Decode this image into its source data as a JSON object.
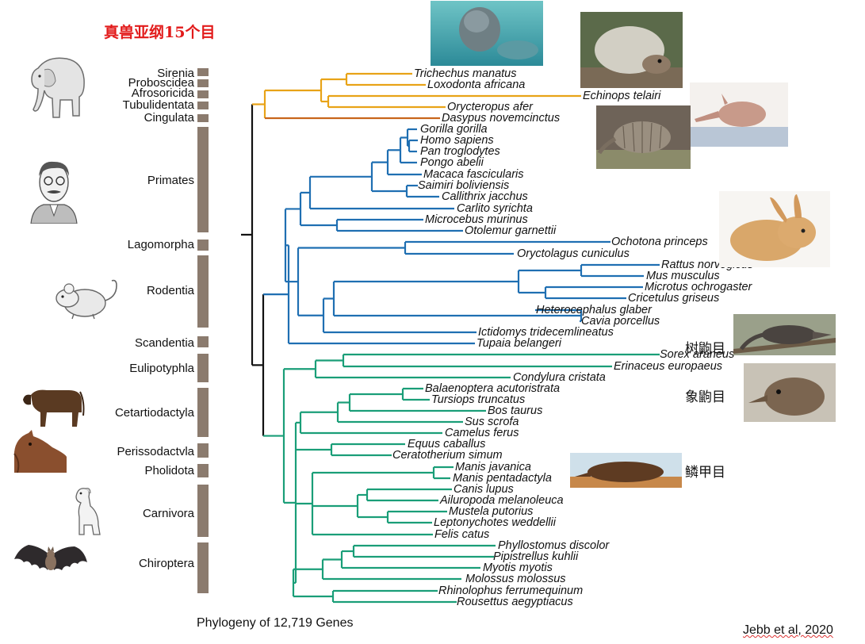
{
  "title": "真兽亚纲15个目",
  "orders": [
    {
      "name": "Sirenia"
    },
    {
      "name": "Proboscidea"
    },
    {
      "name": "Afrosoricida"
    },
    {
      "name": "Tubulidentata"
    },
    {
      "name": "Cingulata"
    },
    {
      "name": "Primates"
    },
    {
      "name": "Lagomorpha"
    },
    {
      "name": "Rodentia"
    },
    {
      "name": "Scandentia"
    },
    {
      "name": "Eulipotyphla"
    },
    {
      "name": "Cetartiodactyla"
    },
    {
      "name": "Perissodactvla"
    },
    {
      "name": "Pholidota"
    },
    {
      "name": "Carnivora"
    },
    {
      "name": "Chiroptera"
    }
  ],
  "species": [
    {
      "name": "Trichechus manatus",
      "clade": "afro"
    },
    {
      "name": "Loxodonta africana",
      "clade": "afro"
    },
    {
      "name": "Echinops telairi",
      "clade": "afro"
    },
    {
      "name": "Orycteropus afer",
      "clade": "afro"
    },
    {
      "name": "Dasypus novemcinctus",
      "clade": "xen"
    },
    {
      "name": "Gorilla gorilla",
      "clade": "euarch"
    },
    {
      "name": "Homo sapiens",
      "clade": "euarch"
    },
    {
      "name": "Pan troglodytes",
      "clade": "euarch"
    },
    {
      "name": "Pongo abelii",
      "clade": "euarch"
    },
    {
      "name": "Macaca fascicularis",
      "clade": "euarch"
    },
    {
      "name": "Saimiri boliviensis",
      "clade": "euarch"
    },
    {
      "name": "Callithrix jacchus",
      "clade": "euarch"
    },
    {
      "name": "Carlito syrichta",
      "clade": "euarch"
    },
    {
      "name": "Microcebus murinus",
      "clade": "euarch"
    },
    {
      "name": "Otolemur garnettii",
      "clade": "euarch"
    },
    {
      "name": "Ochotona princeps",
      "clade": "euarch"
    },
    {
      "name": "Oryctolagus cuniculus",
      "clade": "euarch"
    },
    {
      "name": "Rattus norvegicus",
      "clade": "euarch"
    },
    {
      "name": "Mus musculus",
      "clade": "euarch"
    },
    {
      "name": "Microtus ochrogaster",
      "clade": "euarch"
    },
    {
      "name": "Cricetulus griseus",
      "clade": "euarch"
    },
    {
      "name": "Heterocephalus glaber",
      "clade": "euarch"
    },
    {
      "name": "Cavia porcellus",
      "clade": "euarch"
    },
    {
      "name": "Ictidomys tridecemlineatus",
      "clade": "euarch"
    },
    {
      "name": "Tupaia belangeri",
      "clade": "euarch"
    },
    {
      "name": "Sorex araneus",
      "clade": "laur"
    },
    {
      "name": "Erinaceus europaeus",
      "clade": "laur"
    },
    {
      "name": "Condylura cristata",
      "clade": "laur"
    },
    {
      "name": "Balaenoptera acutoristrata",
      "clade": "laur"
    },
    {
      "name": "Tursiops truncatus",
      "clade": "laur"
    },
    {
      "name": "Bos taurus",
      "clade": "laur"
    },
    {
      "name": "Sus scrofa",
      "clade": "laur"
    },
    {
      "name": "Camelus ferus",
      "clade": "laur"
    },
    {
      "name": "Equus caballus",
      "clade": "laur"
    },
    {
      "name": "Ceratotherium simum",
      "clade": "laur"
    },
    {
      "name": "Manis javanica",
      "clade": "laur"
    },
    {
      "name": "Manis pentadactyla",
      "clade": "laur"
    },
    {
      "name": "Canis lupus",
      "clade": "laur"
    },
    {
      "name": "Ailuropoda melanoleuca",
      "clade": "laur"
    },
    {
      "name": "Mustela putorius",
      "clade": "laur"
    },
    {
      "name": "Leptonychotes weddellii",
      "clade": "laur"
    },
    {
      "name": "Felis catus",
      "clade": "laur"
    },
    {
      "name": "Phyllostomus discolor",
      "clade": "laur"
    },
    {
      "name": "Pipistrellus kuhlii",
      "clade": "laur"
    },
    {
      "name": "Myotis myotis",
      "clade": "laur"
    },
    {
      "name": "Molossus molossus",
      "clade": "laur"
    },
    {
      "name": "Rhinolophus ferrumequinum",
      "clade": "laur"
    },
    {
      "name": "Rousettus aegyptiacus",
      "clade": "laur"
    }
  ],
  "photo_labels": {
    "treeshrew": "树鼩目",
    "elephant_shrew": "象鼩目",
    "pangolin": "鳞甲目"
  },
  "caption": "Phylogeny of 12,719 Genes",
  "citation": "Jebb et al, 2020",
  "colors": {
    "afro": "#e8a317",
    "xen": "#c8651b",
    "euarch": "#1f6fb2",
    "laur": "#1a9e78",
    "root": "#111111",
    "order_bar": "#8b7b6e",
    "title": "#e21b1b"
  },
  "icons": [
    "elephant-icon",
    "man-cartoon-icon",
    "mouse-icon",
    "cow-icon",
    "horse-icon",
    "dog-icon",
    "bat-icon"
  ]
}
